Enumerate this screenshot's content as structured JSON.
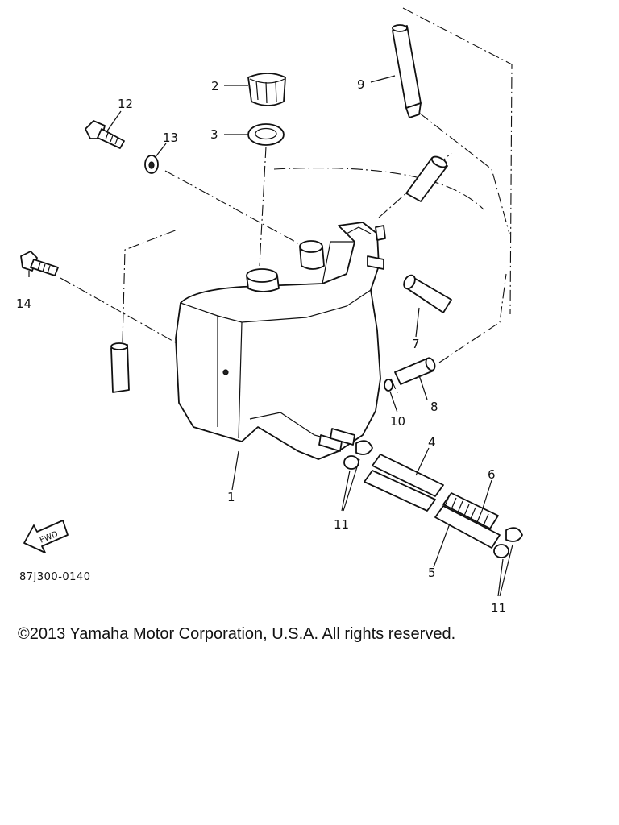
{
  "callouts": {
    "c1": "1",
    "c2": "2",
    "c3": "3",
    "c4": "4",
    "c5": "5",
    "c6": "6",
    "c7": "7",
    "c8": "8",
    "c9": "9",
    "c10": "10",
    "c11a": "11",
    "c11b": "11",
    "c12": "12",
    "c13": "13",
    "c14": "14"
  },
  "badge": {
    "text": "FWD"
  },
  "figure_code": "87J300-0140",
  "copyright": "©2013 Yamaha Motor Corporation, U.S.A. All rights reserved."
}
